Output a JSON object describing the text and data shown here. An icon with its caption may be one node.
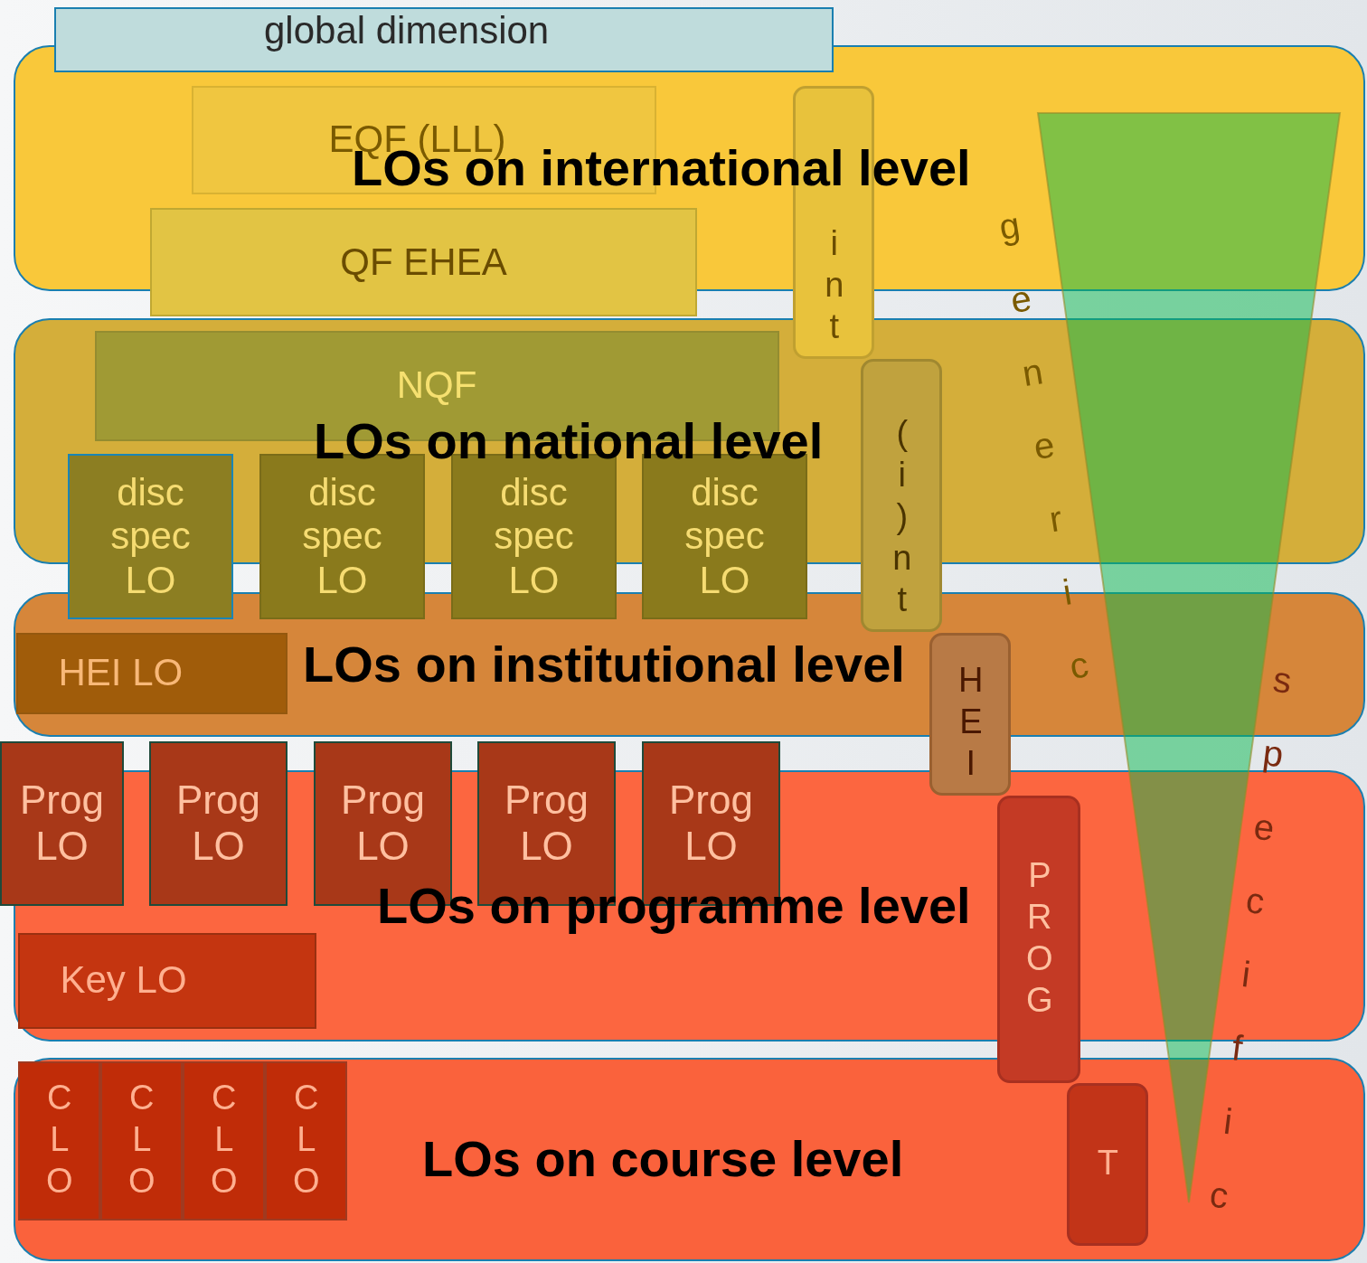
{
  "diagram": {
    "nodes": [
      {
        "text": [
          "global dimension"
        ]
      },
      {
        "text": [
          "LOs on international level"
        ]
      },
      {
        "text": [
          "EQF (LLL)"
        ],
        "in": 1
      },
      {
        "text": [
          "int"
        ]
      },
      {
        "text": [
          "QF EHEA"
        ]
      },
      {
        "text": [
          "LOs on national level"
        ]
      },
      {
        "text": [
          "NQF"
        ],
        "in": 5
      },
      {
        "text": [
          "(i)nt"
        ]
      },
      {
        "text": [
          "disc spec LO"
        ]
      },
      {
        "text": [
          "disc spec LO"
        ]
      },
      {
        "text": [
          "disc spec LO"
        ]
      },
      {
        "text": [
          "disc spec LO"
        ]
      },
      {
        "text": [
          "LOs on institutional level"
        ]
      },
      {
        "text": [
          "HEI LO"
        ],
        "in": 12
      },
      {
        "text": [
          "HEI"
        ]
      },
      {
        "text": [
          "Prog LO"
        ]
      },
      {
        "text": [
          "Prog LO"
        ]
      },
      {
        "text": [
          "Prog LO"
        ]
      },
      {
        "text": [
          "Prog LO"
        ]
      },
      {
        "text": [
          "Prog LO"
        ]
      },
      {
        "text": [
          "LOs on programme level"
        ]
      },
      {
        "text": [
          "Key LO"
        ],
        "in": 20
      },
      {
        "text": [
          "PROG"
        ]
      },
      {
        "text": [
          "LOs on course level"
        ]
      },
      {
        "text": [
          "CLO"
        ],
        "in": 23
      },
      {
        "text": [
          "CLO"
        ],
        "in": 23
      },
      {
        "text": [
          "CLO"
        ],
        "in": 23
      },
      {
        "text": [
          "CLO"
        ],
        "in": 23
      },
      {
        "text": [
          "T"
        ],
        "in": 23
      }
    ],
    "labels": [
      "generic",
      "specific"
    ]
  }
}
